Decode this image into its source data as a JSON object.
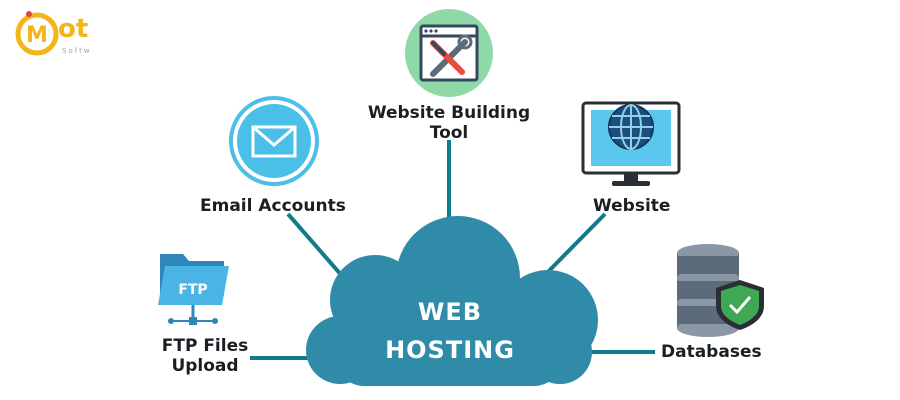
{
  "logo": {
    "text": "ot",
    "subtext": "Softw",
    "accent_color": "#f3b51a",
    "icon": "m-logo-icon"
  },
  "diagram": {
    "center": {
      "line1": "WEB",
      "line2": "HOSTING",
      "color": "#2f8ba8"
    },
    "nodes": [
      {
        "id": "website-building-tool",
        "line1": "Website Building",
        "line2": "Tool",
        "icon": "tools-window-icon",
        "accent": "#8fd9a8"
      },
      {
        "id": "email-accounts",
        "line1": "Email Accounts",
        "icon": "envelope-icon",
        "accent": "#4cbfe8"
      },
      {
        "id": "website",
        "line1": "Website",
        "icon": "globe-monitor-icon",
        "accent": "#5ac8ee"
      },
      {
        "id": "ftp-files-upload",
        "line1": "FTP Files",
        "line2": "Upload",
        "icon": "ftp-folder-icon",
        "accent": "#4bb4e6",
        "icon_text": "FTP"
      },
      {
        "id": "databases",
        "line1": "Databases",
        "icon": "database-shield-icon",
        "accent": "#3ea855"
      }
    ],
    "connector_color": "#117a8b"
  }
}
